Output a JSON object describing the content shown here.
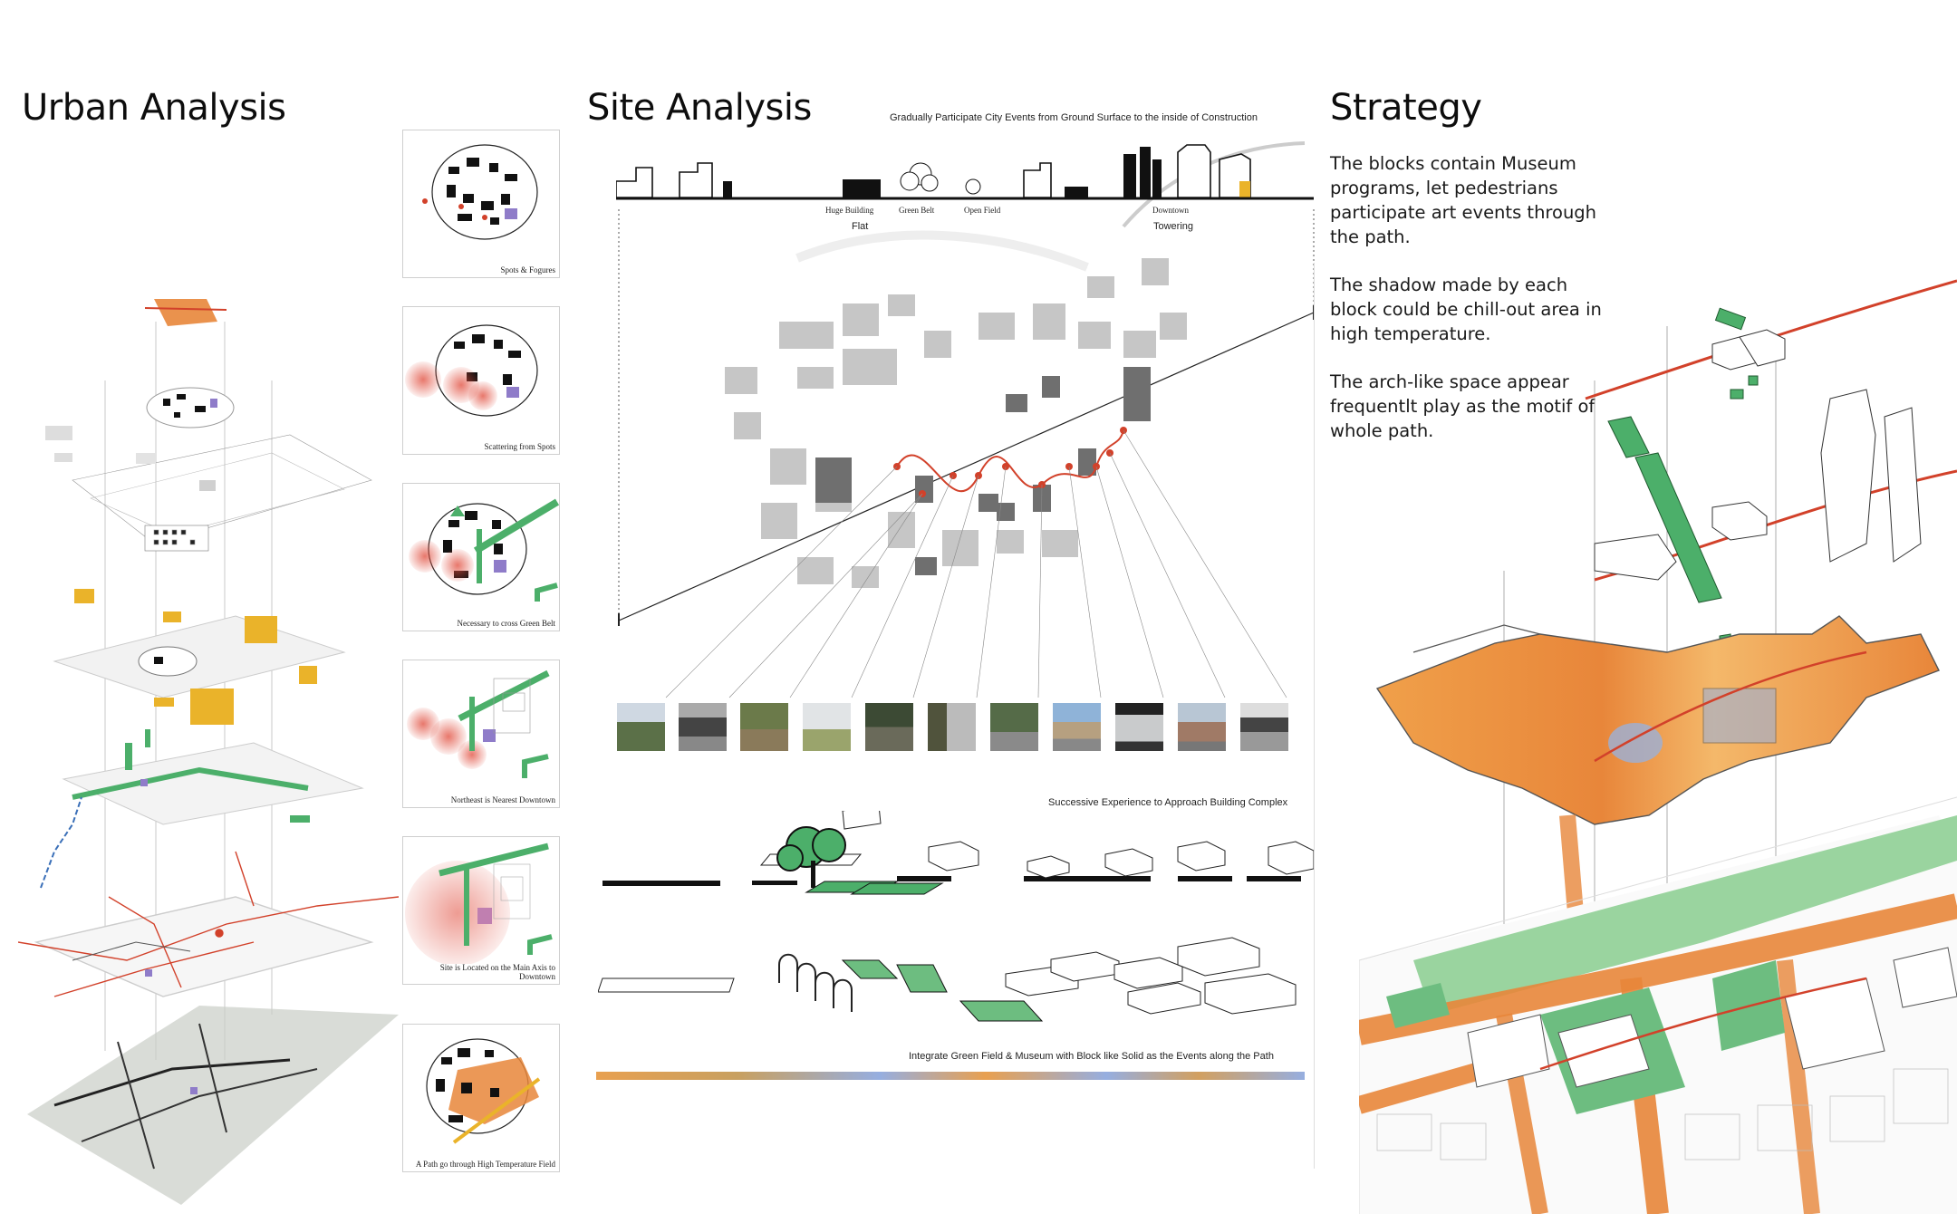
{
  "headings": {
    "urban": "Urban Analysis",
    "site": "Site Analysis",
    "strategy": "Strategy"
  },
  "site": {
    "top_caption": "Gradually Participate City Events from Ground Surface to the inside of Construction",
    "skyline_labels": [
      "Huge Building",
      "Green Belt",
      "Open Field",
      "Downtown"
    ],
    "flat_label": "Flat",
    "towering_label": "Towering",
    "approach_caption": "Successive Experience to Approach Building Complex",
    "integrate_caption": "Integrate Green Field & Museum with Block like Solid as the Events along the Path"
  },
  "urban_panels": [
    "Spots & Fogures",
    "Scattering from Spots",
    "Necessary to cross Green Belt",
    "Northeast is Nearest Downtown",
    "Site is Located on the Main Axis to Downtown",
    "A Path go through High Temperature Field"
  ],
  "strategy": {
    "paragraphs": [
      "The blocks contain Museum programs, let pedestrians participate art events through the path.",
      "The shadow made by each block could be chill-out area in high temperature.",
      "The arch-like space appear frequentlt play as the motif of whole path."
    ]
  },
  "colors": {
    "orange": "#e8863a",
    "red": "#d2412a",
    "green": "#4caf6a",
    "yellow": "#eab32a",
    "purple": "#8f7cc9",
    "grey": "#8a8a8a"
  }
}
